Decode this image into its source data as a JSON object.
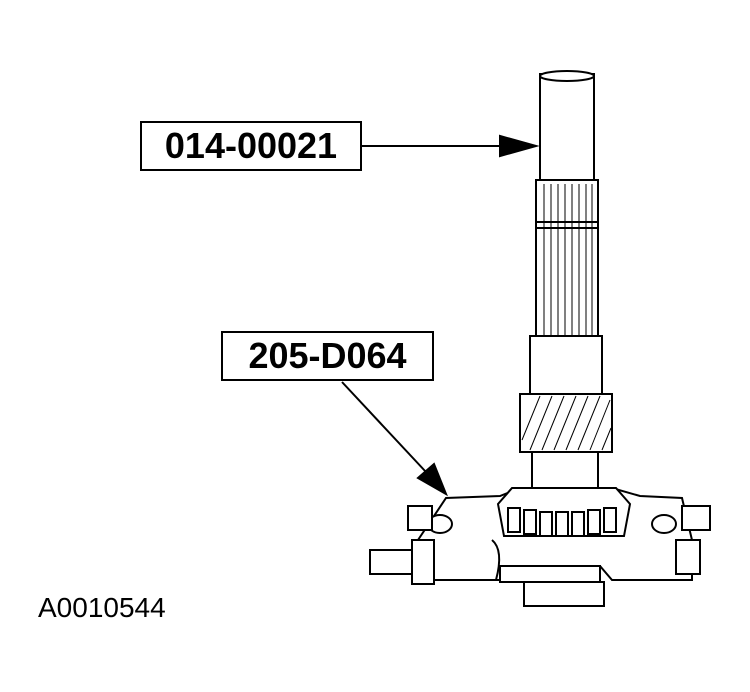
{
  "callouts": {
    "tool_1": "014-00021",
    "tool_2": "205-D064"
  },
  "figure_id": "A0010544",
  "colors": {
    "line": "#000000",
    "background": "#ffffff"
  }
}
